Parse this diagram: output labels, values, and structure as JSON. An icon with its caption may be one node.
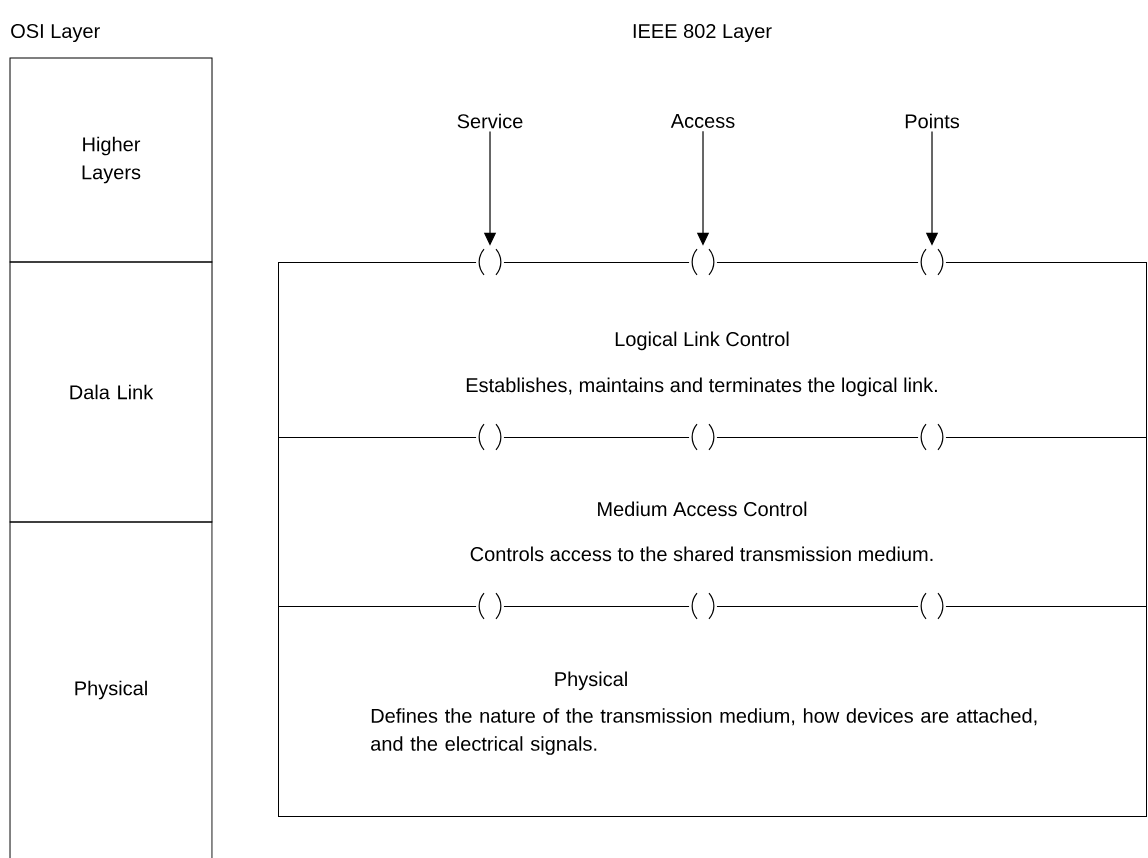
{
  "diagram": {
    "nodes": [
      {
        "text": [
          "Higher Layers"
        ]
      },
      {
        "text": [
          "Dala Link"
        ]
      },
      {
        "text": [
          "Physical"
        ]
      },
      {
        "text": [
          "Service"
        ]
      },
      {
        "text": [
          "Access"
        ]
      },
      {
        "text": [
          "Points"
        ]
      },
      {
        "text": [],
        "shape": "circle"
      },
      {
        "text": [],
        "shape": "circle"
      },
      {
        "text": [],
        "shape": "circle"
      },
      {
        "text": [
          "Logical Link Control",
          "Establishes, maintains and terminates the logical link."
        ]
      },
      {
        "text": [],
        "shape": "circle"
      },
      {
        "text": [],
        "shape": "circle"
      },
      {
        "text": [],
        "shape": "circle"
      },
      {
        "text": [
          "Medium Access Control",
          "Controls access to the shared transmission medium."
        ]
      },
      {
        "text": [],
        "shape": "circle"
      },
      {
        "text": [],
        "shape": "circle"
      },
      {
        "text": [],
        "shape": "circle"
      },
      {
        "text": [
          "Physical",
          "Defines the nature of the transmission medium, how devices are attached, and the electrical signals."
        ]
      }
    ],
    "edges": [
      {
        "from": 3,
        "to": 6,
        "arrow": "to"
      },
      {
        "from": 4,
        "to": 7,
        "arrow": "to"
      },
      {
        "from": 5,
        "to": 8,
        "arrow": "to"
      }
    ],
    "labels": [
      "OSI Layer",
      "IEEE 802 Layer"
    ]
  }
}
